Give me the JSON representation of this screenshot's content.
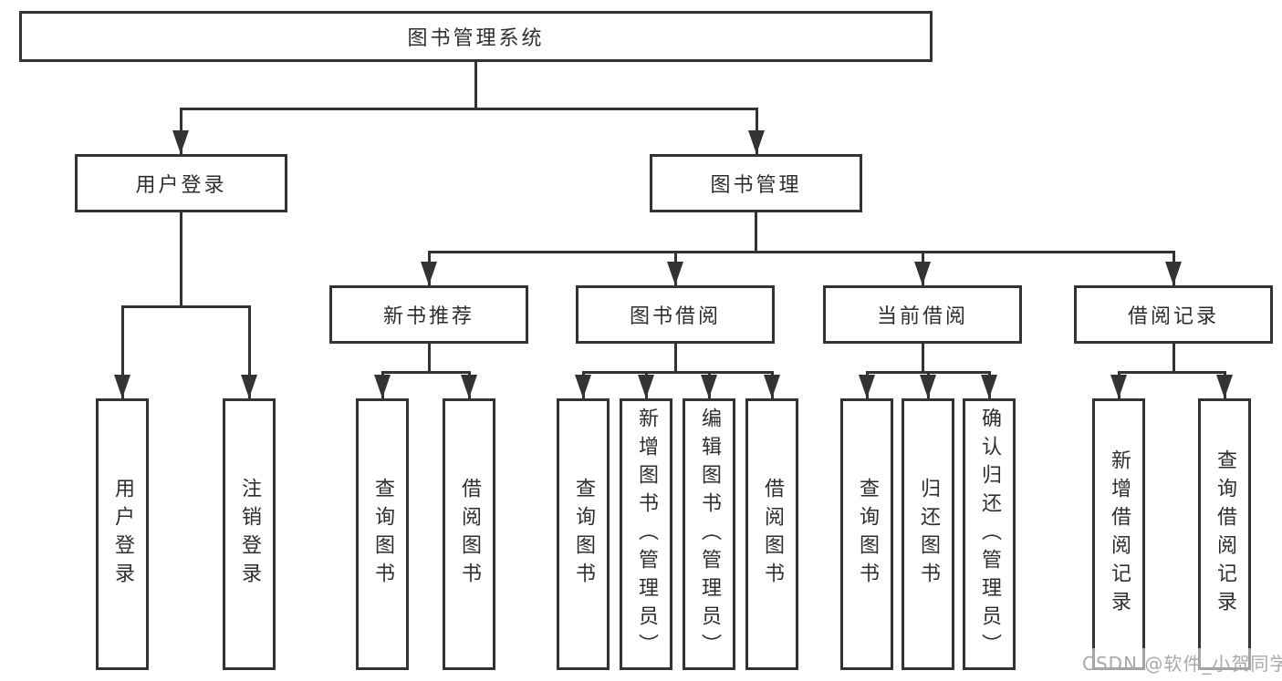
{
  "diagram": {
    "title": "图书管理系统",
    "branches": [
      {
        "label": "用户登录",
        "children": [
          {
            "label": "用户登录"
          },
          {
            "label": "注销登录"
          }
        ]
      },
      {
        "label": "图书管理",
        "groups": [
          {
            "label": "新书推荐",
            "children": [
              {
                "label": "查询图书"
              },
              {
                "label": "借阅图书"
              }
            ]
          },
          {
            "label": "图书借阅",
            "children": [
              {
                "label": "查询图书"
              },
              {
                "label": "新增图书（管理员）"
              },
              {
                "label": "编辑图书（管理员）"
              },
              {
                "label": "借阅图书"
              }
            ]
          },
          {
            "label": "当前借阅",
            "children": [
              {
                "label": "查询图书"
              },
              {
                "label": "归还图书"
              },
              {
                "label": "确认归还（管理员）"
              }
            ]
          },
          {
            "label": "借阅记录",
            "children": [
              {
                "label": "新增借阅记录"
              },
              {
                "label": "查询借阅记录"
              }
            ]
          }
        ]
      }
    ]
  },
  "watermark": "CSDN @软件_小贺同学",
  "colors": {
    "line": "#333333",
    "text": "#2e2e2e",
    "watermark": "#a9a9a9",
    "background": "#ffffff"
  }
}
